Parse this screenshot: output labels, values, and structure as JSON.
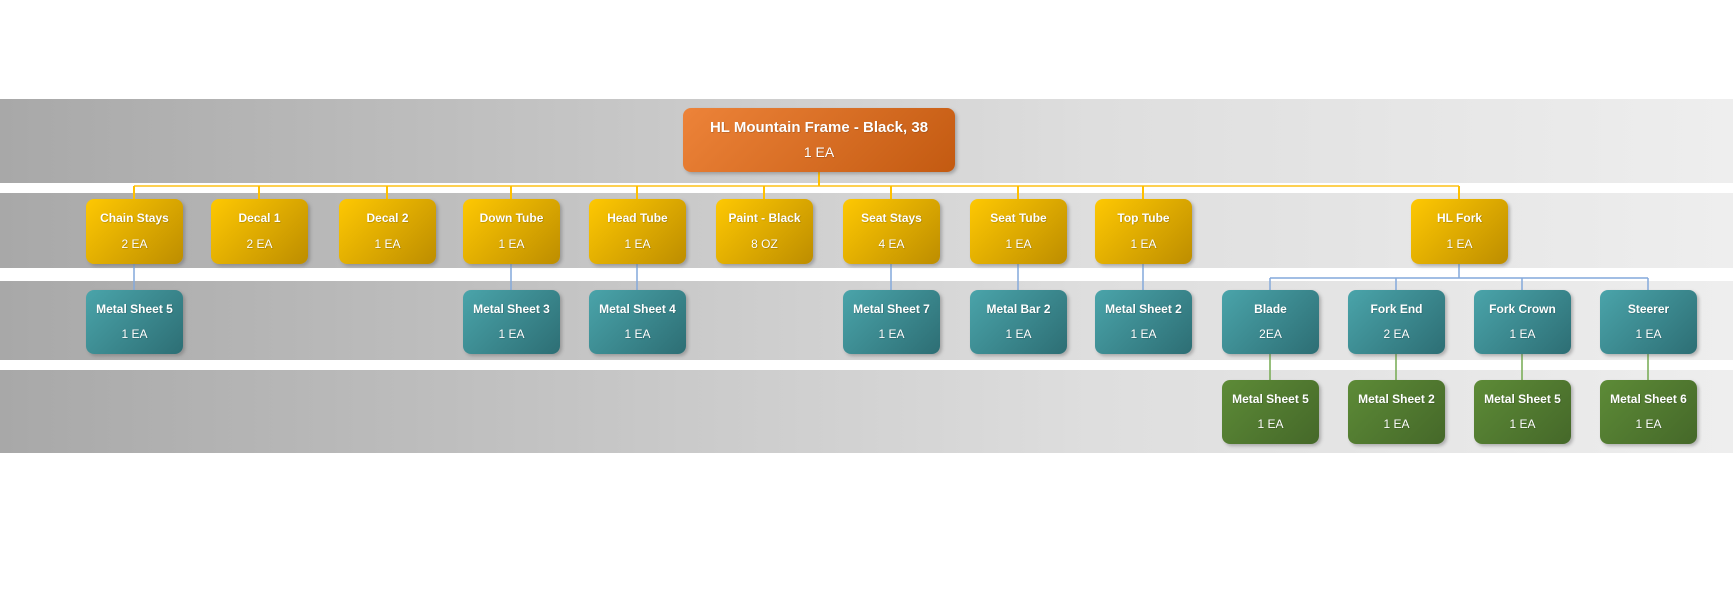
{
  "diagram": {
    "root": {
      "name": "HL Mountain Frame - Black, 38",
      "qty": "1 EA"
    },
    "level1": [
      {
        "name": "Chain Stays",
        "qty": "2 EA"
      },
      {
        "name": "Decal 1",
        "qty": "2 EA"
      },
      {
        "name": "Decal 2",
        "qty": "1 EA"
      },
      {
        "name": "Down Tube",
        "qty": "1 EA"
      },
      {
        "name": "Head Tube",
        "qty": "1 EA"
      },
      {
        "name": "Paint - Black",
        "qty": "8 OZ"
      },
      {
        "name": "Seat Stays",
        "qty": "4 EA"
      },
      {
        "name": "Seat Tube",
        "qty": "1 EA"
      },
      {
        "name": "Top Tube",
        "qty": "1 EA"
      },
      {
        "name": "HL Fork",
        "qty": "1 EA"
      }
    ],
    "level2": [
      {
        "name": "Metal Sheet 5",
        "qty": "1 EA"
      },
      {
        "name": "Metal Sheet 3",
        "qty": "1 EA"
      },
      {
        "name": "Metal Sheet 4",
        "qty": "1 EA"
      },
      {
        "name": "Metal Sheet 7",
        "qty": "1 EA"
      },
      {
        "name": "Metal Bar 2",
        "qty": "1 EA"
      },
      {
        "name": "Metal Sheet 2",
        "qty": "1 EA"
      },
      {
        "name": "Blade",
        "qty": "2EA"
      },
      {
        "name": "Fork End",
        "qty": "2 EA"
      },
      {
        "name": "Fork Crown",
        "qty": "1 EA"
      },
      {
        "name": "Steerer",
        "qty": "1 EA"
      }
    ],
    "level3": [
      {
        "name": "Metal Sheet 5",
        "qty": "1 EA"
      },
      {
        "name": "Metal Sheet 2",
        "qty": "1 EA"
      },
      {
        "name": "Metal Sheet 5",
        "qty": "1 EA"
      },
      {
        "name": "Metal Sheet 6",
        "qty": "1 EA"
      }
    ]
  },
  "colors": {
    "root-from": "#ed8339",
    "root-to": "#c35a11",
    "gold-from": "#fec802",
    "gold-to": "#bd8d00",
    "teal-from": "#4aa4aa",
    "teal-to": "#2d6e74",
    "green-from": "#5d8b37",
    "green-to": "#456829",
    "line-gold": "#ffc000",
    "line-gold-rail": "#fdd051",
    "line-blue": "#84a9db",
    "line-green": "#74aa50",
    "band-dark": "#a8a8a8",
    "band-light": "#eeeeee"
  }
}
